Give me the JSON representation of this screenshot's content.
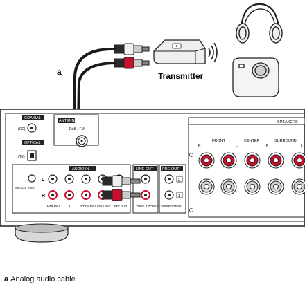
{
  "callout_letter": "a",
  "transmitter_label": "Transmitter",
  "caption": {
    "letter": "a",
    "text": "Analog audio cable"
  },
  "panel_labels": {
    "coaxial": "COAXIAL",
    "coaxial_in": "(CD)",
    "optical": "OPTICAL",
    "optical_in": "(TV)",
    "antenna": "ANTENNA",
    "dab_fm": "DAB / FM",
    "audio_in": "AUDIO IN",
    "phono_gnd": "SIGNAL GND",
    "phono": "PHONO",
    "cd": "CD",
    "strm_box": "STRM BOX",
    "cbl_sat": "CBL/ SAT",
    "bd_dvd": "BD/ DVD",
    "line_out": "LINE OUT",
    "zone2_zoneb": "ZONE 2 ZONE B",
    "pre_out": "PRE OUT",
    "subwoofer": "SUBWOOFER",
    "speakers": "SPEAKERS",
    "front": "FRONT",
    "center": "CENTER",
    "surround": "SURROUND",
    "r": "R",
    "l": "L",
    "num1": "1",
    "num2": "2"
  }
}
